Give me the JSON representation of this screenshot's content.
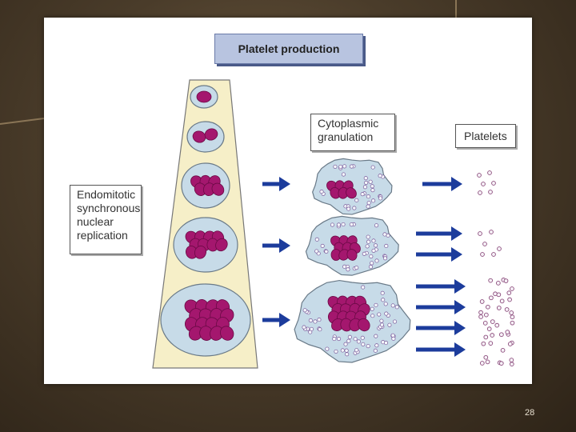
{
  "title": "Platelet production",
  "labels": {
    "left_lines": [
      "Endomitotic",
      "synchronous",
      "nuclear",
      "replication"
    ],
    "middle_lines": [
      "Cytoplasmic",
      "granulation"
    ],
    "right": "Platelets"
  },
  "page_number": "28",
  "colors": {
    "background": "#4a3c2a",
    "column": "#f6efc8",
    "cell": "#c7dbe8",
    "nucleus": "#a4176e",
    "arrow": "#1c3c9c",
    "title_box": "#b8c4e0"
  }
}
